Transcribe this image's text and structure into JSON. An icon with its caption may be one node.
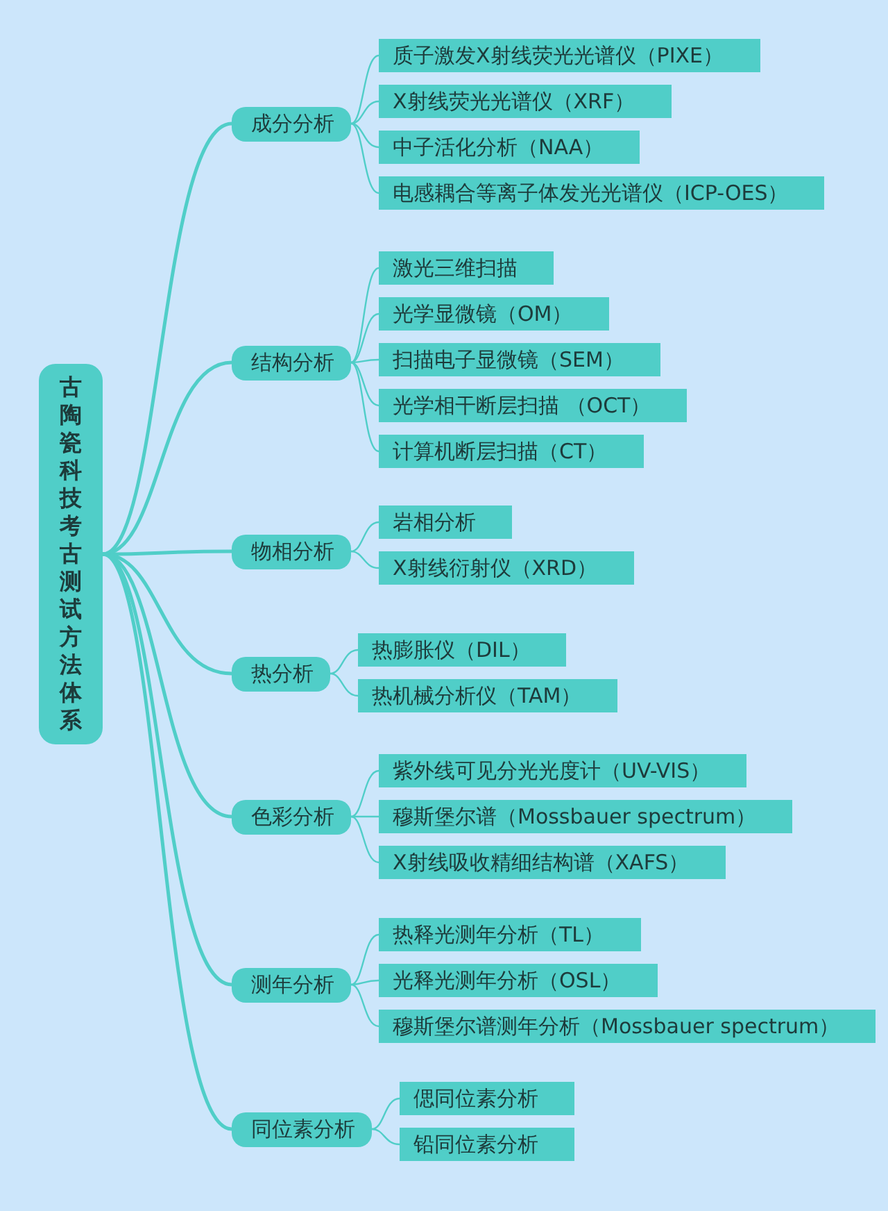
{
  "diagram": {
    "nodes": [
      {
        "text": [
          "古陶瓷科技考古测试方法体系"
        ]
      },
      {
        "text": [
          "成分分析"
        ]
      },
      {
        "text": [
          "质子激发X射线荧光光谱仪（PIXE）"
        ]
      },
      {
        "text": [
          "X射线荧光光谱仪（XRF）"
        ]
      },
      {
        "text": [
          "中子活化分析（NAA）"
        ]
      },
      {
        "text": [
          "电感耦合等离子体发光光谱仪（ICP-OES）"
        ]
      },
      {
        "text": [
          "结构分析"
        ]
      },
      {
        "text": [
          "激光三维扫描"
        ]
      },
      {
        "text": [
          "光学显微镜（OM）"
        ]
      },
      {
        "text": [
          "扫描电子显微镜（SEM）"
        ]
      },
      {
        "text": [
          "光学相干断层扫描 （OCT）"
        ]
      },
      {
        "text": [
          "计算机断层扫描（CT）"
        ]
      },
      {
        "text": [
          "物相分析"
        ]
      },
      {
        "text": [
          "岩相分析"
        ]
      },
      {
        "text": [
          "X射线衍射仪（XRD）"
        ]
      },
      {
        "text": [
          "热分析"
        ]
      },
      {
        "text": [
          "热膨胀仪（DIL）"
        ]
      },
      {
        "text": [
          "热机械分析仪（TAM）"
        ]
      },
      {
        "text": [
          "色彩分析"
        ]
      },
      {
        "text": [
          "紫外线可见分光光度计（UV-VIS）"
        ]
      },
      {
        "text": [
          "穆斯堡尔谱（Mossbauer spectrum）"
        ]
      },
      {
        "text": [
          "X射线吸收精细结构谱（XAFS）"
        ]
      },
      {
        "text": [
          "测年分析"
        ]
      },
      {
        "text": [
          "热释光测年分析（TL）"
        ]
      },
      {
        "text": [
          "光释光测年分析（OSL）"
        ]
      },
      {
        "text": [
          "穆斯堡尔谱测年分析（Mossbauer spectrum）"
        ]
      },
      {
        "text": [
          "同位素分析"
        ]
      },
      {
        "text": [
          "偲同位素分析"
        ]
      },
      {
        "text": [
          "铅同位素分析"
        ]
      }
    ],
    "edges": [
      {
        "from": 0,
        "to": 1,
        "arrow": "none"
      },
      {
        "from": 0,
        "to": 6,
        "arrow": "none"
      },
      {
        "from": 0,
        "to": 12,
        "arrow": "none"
      },
      {
        "from": 0,
        "to": 15,
        "arrow": "none"
      },
      {
        "from": 0,
        "to": 18,
        "arrow": "none"
      },
      {
        "from": 0,
        "to": 22,
        "arrow": "none"
      },
      {
        "from": 0,
        "to": 26,
        "arrow": "none"
      },
      {
        "from": 1,
        "to": 2,
        "arrow": "none"
      },
      {
        "from": 1,
        "to": 3,
        "arrow": "none"
      },
      {
        "from": 1,
        "to": 4,
        "arrow": "none"
      },
      {
        "from": 1,
        "to": 5,
        "arrow": "none"
      },
      {
        "from": 6,
        "to": 7,
        "arrow": "none"
      },
      {
        "from": 6,
        "to": 8,
        "arrow": "none"
      },
      {
        "from": 6,
        "to": 9,
        "arrow": "none"
      },
      {
        "from": 6,
        "to": 10,
        "arrow": "none"
      },
      {
        "from": 6,
        "to": 11,
        "arrow": "none"
      },
      {
        "from": 12,
        "to": 13,
        "arrow": "none"
      },
      {
        "from": 12,
        "to": 14,
        "arrow": "none"
      },
      {
        "from": 15,
        "to": 16,
        "arrow": "none"
      },
      {
        "from": 15,
        "to": 17,
        "arrow": "none"
      },
      {
        "from": 18,
        "to": 19,
        "arrow": "none"
      },
      {
        "from": 18,
        "to": 20,
        "arrow": "none"
      },
      {
        "from": 18,
        "to": 21,
        "arrow": "none"
      },
      {
        "from": 22,
        "to": 23,
        "arrow": "none"
      },
      {
        "from": 22,
        "to": 24,
        "arrow": "none"
      },
      {
        "from": 22,
        "to": 25,
        "arrow": "none"
      },
      {
        "from": 26,
        "to": 27,
        "arrow": "none"
      },
      {
        "from": 26,
        "to": 28,
        "arrow": "none"
      }
    ]
  }
}
